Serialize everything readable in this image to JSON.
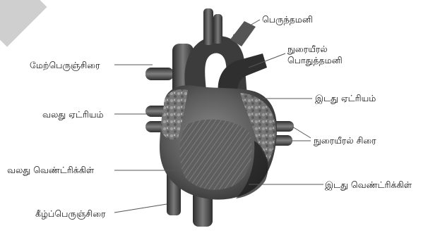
{
  "diagram": {
    "labels": {
      "aorta": "பெருந்தமனி",
      "pulmonary_artery": "நுரையீரல்\nபொதுத்தமனி",
      "superior_vena_cava": "மேற்பெருஞ்சிரை",
      "left_atrium": "இடது ஏட்ரியம்",
      "right_atrium": "வலது ஏட்ரியம்",
      "pulmonary_veins": "நுரையீரல் சிரை",
      "right_ventricle": "வலது வெண்ட்ரிக்கிள்",
      "left_ventricle": "இடது வெண்ட்ரிக்கிள்",
      "inferior_vena_cava": "கீழ்ப்பெருஞ்சிரை"
    }
  },
  "colors": {
    "line": "#555555",
    "heart_dark": "#3a3a3a",
    "heart_mid": "#6d6d6d",
    "vessel": "#4a4a4a",
    "corner_mark": "#cfcfcf"
  }
}
